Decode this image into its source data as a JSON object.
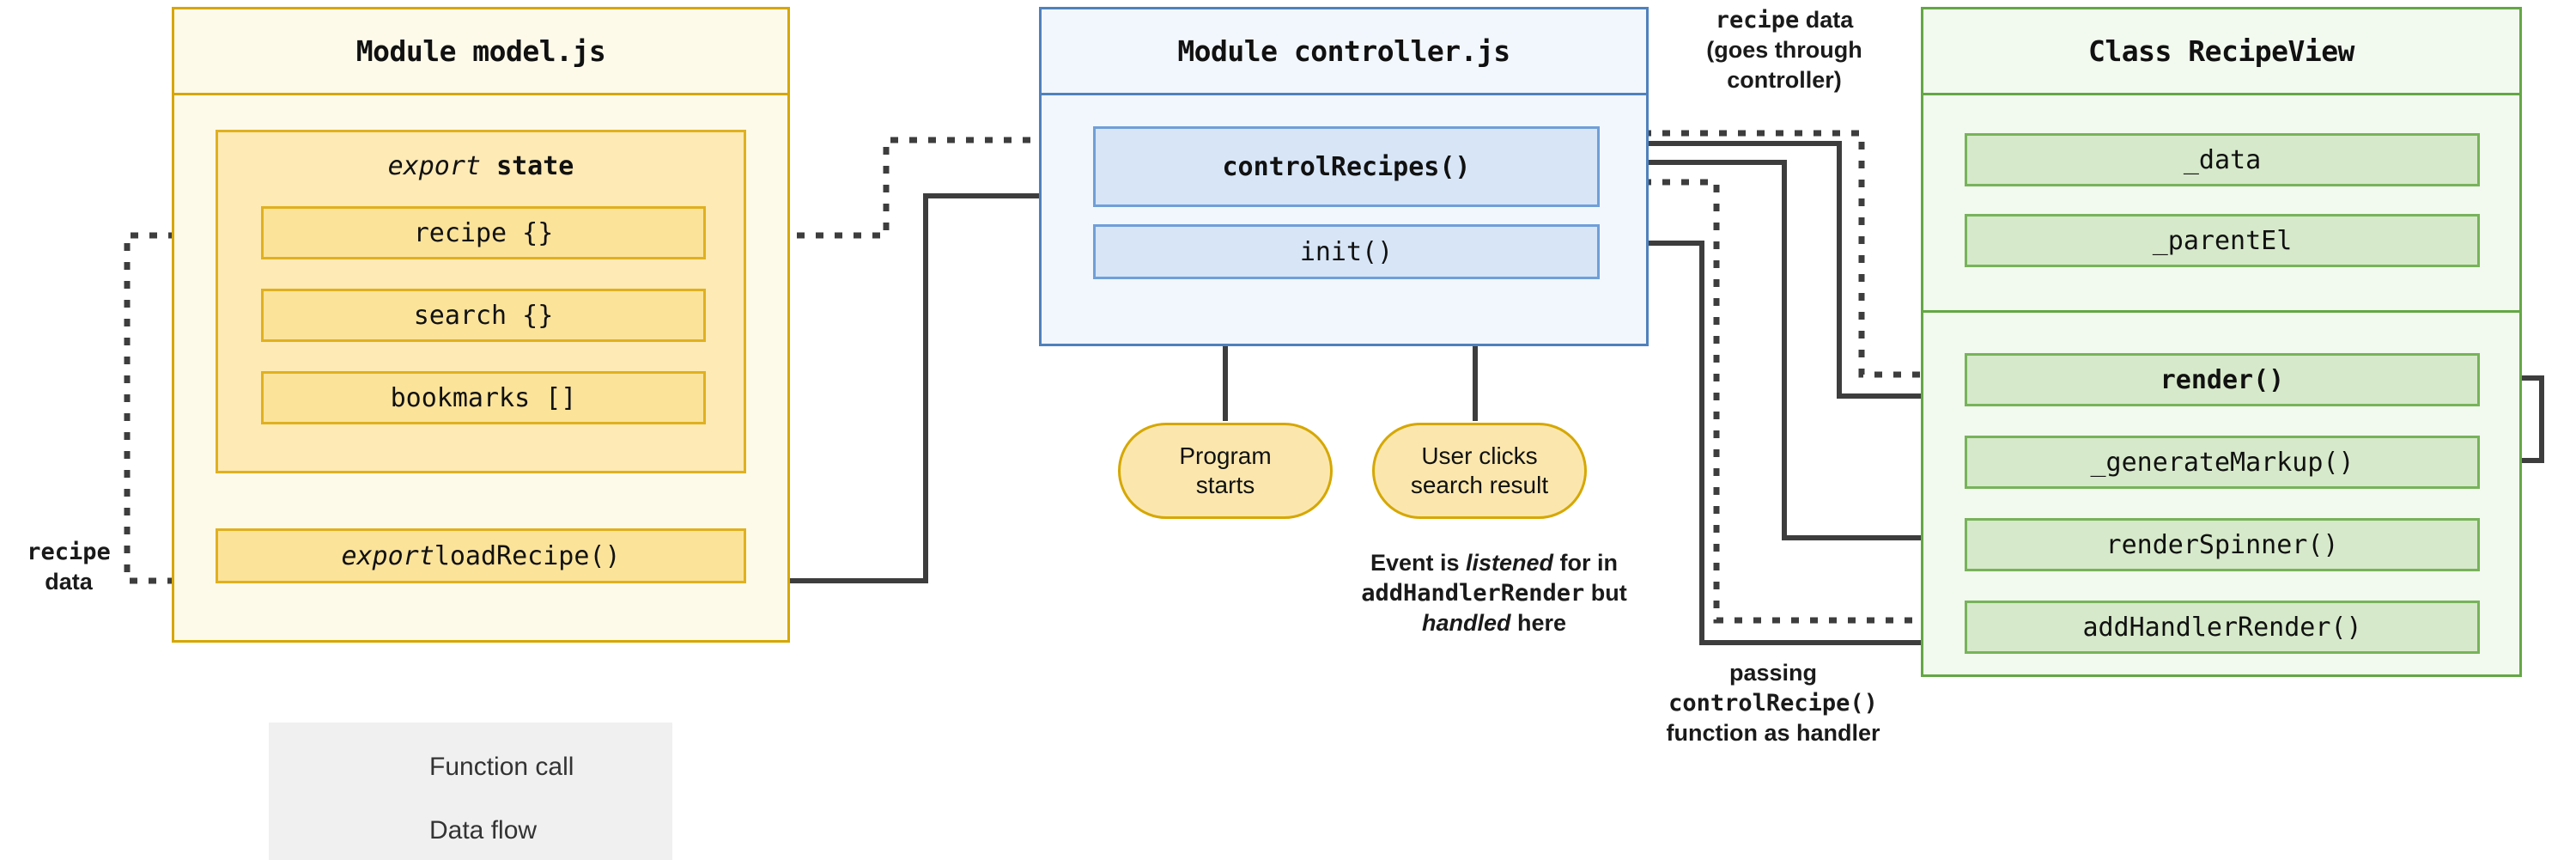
{
  "diagram": {
    "title_bar_colors": {
      "model_border": "#d6a700",
      "controller_border": "#4f81bd",
      "view_border": "#63a744",
      "arrow": "#3d3d3d"
    }
  },
  "model_module": {
    "title": "Module model.js",
    "state_group": {
      "label_italic": "export",
      "label_bold": "state",
      "items": [
        {
          "label": "recipe {}"
        },
        {
          "label": "search {}"
        },
        {
          "label": "bookmarks []"
        }
      ]
    },
    "load_recipe": {
      "label_italic": "export",
      "label_rest": " loadRecipe()"
    }
  },
  "controller_module": {
    "title": "Module controller.js",
    "items": [
      {
        "label": "controlRecipes()",
        "bold": true
      },
      {
        "label": "init()",
        "bold": false
      }
    ]
  },
  "view_class": {
    "title": "Class RecipeView",
    "properties": [
      {
        "label": "_data"
      },
      {
        "label": "_parentEl"
      }
    ],
    "methods": [
      {
        "label": "render()",
        "bold": true
      },
      {
        "label": "_generateMarkup()",
        "bold": false
      },
      {
        "label": "renderSpinner()",
        "bold": false
      },
      {
        "label": "addHandlerRender()",
        "bold": false
      }
    ]
  },
  "events": [
    {
      "line1": "Program",
      "line2": "starts"
    },
    {
      "line1": "User clicks",
      "line2": "search result"
    }
  ],
  "annotations": {
    "recipe_data_left": {
      "mono": "recipe",
      "rest": "data"
    },
    "recipe_data_top": {
      "mono": "recipe",
      "rest": "data",
      "line2": "(goes through",
      "line3": "controller)"
    },
    "event_note": {
      "l1a": "Event is ",
      "l1b": "listened",
      "l1c": " for in",
      "l2a": "addHandlerRender",
      "l2b": " but",
      "l3a": "handled",
      "l3b": " here"
    },
    "handler_note": {
      "line1": "passing",
      "line2": "controlRecipe()",
      "line3": "function as handler"
    }
  },
  "legend": {
    "rows": [
      {
        "label": "Function call",
        "style": "solid"
      },
      {
        "label": "Data flow",
        "style": "dotted"
      }
    ]
  }
}
